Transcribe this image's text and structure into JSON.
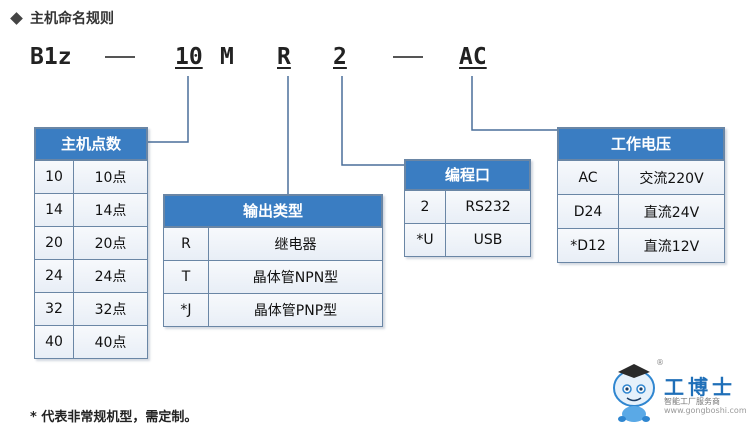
{
  "title": "主机命名规则",
  "code": {
    "prefix": "B1z",
    "dash1": "—",
    "points": "10",
    "m": "M",
    "r": "R",
    "two": "2",
    "dash2": "—",
    "ac": "AC"
  },
  "host_points": {
    "header": "主机点数",
    "rows": [
      [
        "10",
        "10点"
      ],
      [
        "14",
        "14点"
      ],
      [
        "20",
        "20点"
      ],
      [
        "24",
        "24点"
      ],
      [
        "32",
        "32点"
      ],
      [
        "40",
        "40点"
      ]
    ]
  },
  "output_type": {
    "header": "输出类型",
    "rows": [
      [
        "R",
        "继电器"
      ],
      [
        "T",
        "晶体管NPN型"
      ],
      [
        "*J",
        "晶体管PNP型"
      ]
    ]
  },
  "program_port": {
    "header": "编程口",
    "rows": [
      [
        "2",
        "RS232"
      ],
      [
        "*U",
        "USB"
      ]
    ]
  },
  "working_power": {
    "header": "工作电压",
    "rows": [
      [
        "AC",
        "交流220V"
      ],
      [
        "D24",
        "直流24V"
      ],
      [
        "*D12",
        "直流12V"
      ]
    ]
  },
  "footnote": "* 代表非常规机型，需定制。",
  "logo": {
    "name": "工博士",
    "sub": "智能工厂服务商",
    "url": "www.gongboshi.com",
    "registered": "®"
  },
  "colors": {
    "header_bg": "#3a7dc2",
    "border": "#6a86a5",
    "connector": "#4a6f9a",
    "logo": "#1f6fb8"
  }
}
